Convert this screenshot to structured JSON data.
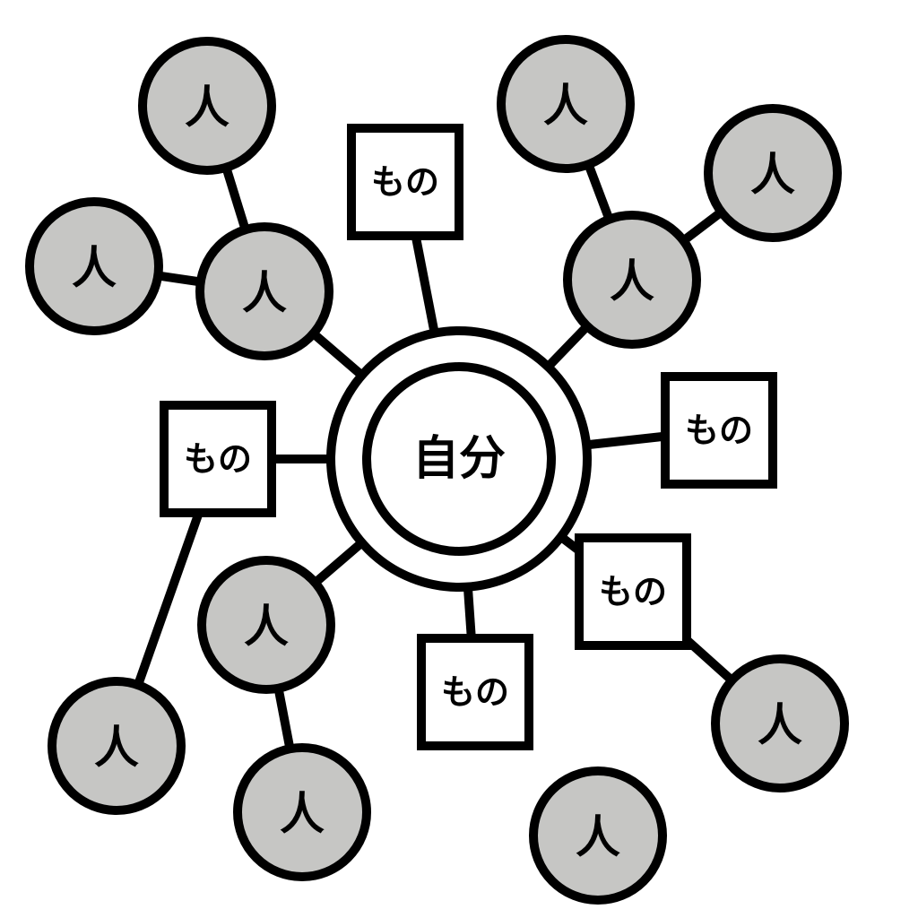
{
  "diagram": {
    "center": {
      "label": "自分"
    },
    "labels": {
      "person": "人",
      "thing": "もの"
    },
    "colors": {
      "person_fill": "#c6c6c4",
      "stroke": "#000000",
      "background": "#ffffff"
    },
    "nodes": [
      {
        "id": "p1",
        "kind": "person"
      },
      {
        "id": "p2",
        "kind": "person"
      },
      {
        "id": "p3",
        "kind": "person"
      },
      {
        "id": "p4",
        "kind": "person"
      },
      {
        "id": "p5",
        "kind": "person"
      },
      {
        "id": "p6",
        "kind": "person"
      },
      {
        "id": "p7",
        "kind": "person"
      },
      {
        "id": "p8",
        "kind": "person"
      },
      {
        "id": "p9",
        "kind": "person"
      },
      {
        "id": "p10",
        "kind": "person"
      },
      {
        "id": "p11",
        "kind": "person"
      },
      {
        "id": "t1",
        "kind": "thing"
      },
      {
        "id": "t2",
        "kind": "thing"
      },
      {
        "id": "t3",
        "kind": "thing"
      },
      {
        "id": "t4",
        "kind": "thing"
      },
      {
        "id": "t5",
        "kind": "thing"
      }
    ],
    "edges": [
      [
        "self",
        "p3"
      ],
      [
        "p3",
        "p1"
      ],
      [
        "p3",
        "p2"
      ],
      [
        "self",
        "t1"
      ],
      [
        "self",
        "p6"
      ],
      [
        "p6",
        "p4"
      ],
      [
        "p6",
        "p5"
      ],
      [
        "self",
        "t2"
      ],
      [
        "self",
        "t3"
      ],
      [
        "t3",
        "p10"
      ],
      [
        "self",
        "t4"
      ],
      [
        "self",
        "t5"
      ],
      [
        "t5",
        "p7"
      ],
      [
        "self",
        "p8"
      ],
      [
        "p8",
        "p9"
      ]
    ]
  }
}
